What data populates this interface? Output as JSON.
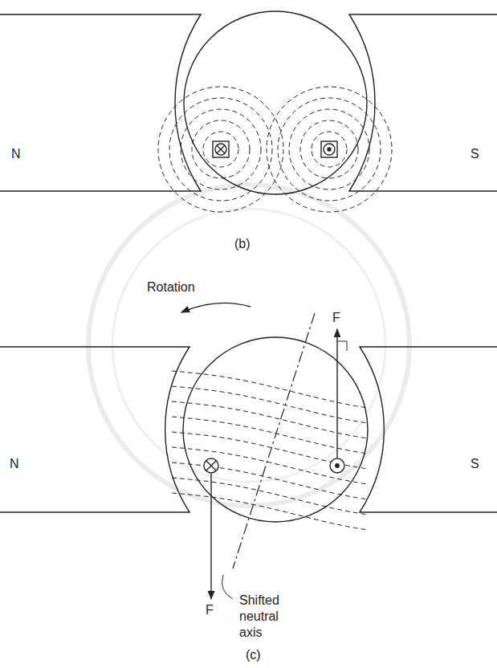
{
  "diagram": {
    "labels": [
      "N",
      "S",
      "(b)",
      "Rotation",
      "F",
      "N",
      "S",
      "F",
      "Shifted neutral axis",
      "(c)"
    ]
  }
}
